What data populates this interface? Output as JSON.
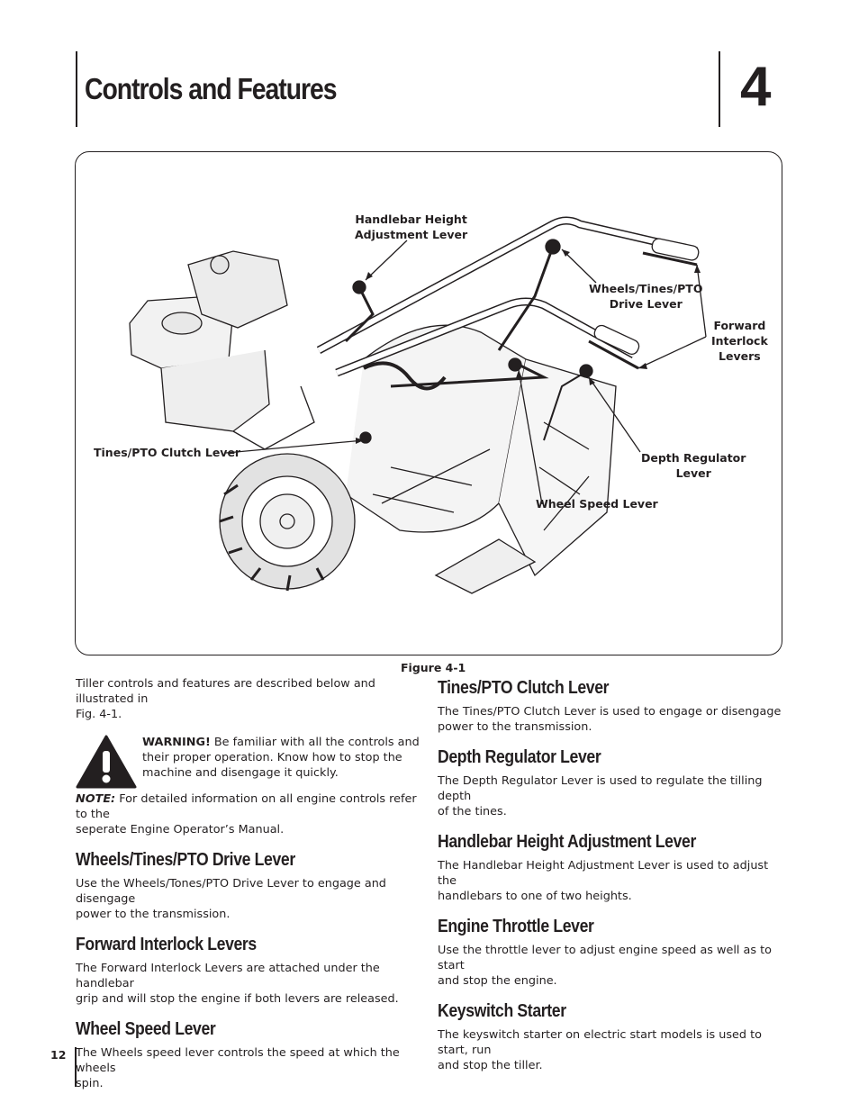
{
  "header": {
    "title": "Controls and Features",
    "chapter_number": "4"
  },
  "figure": {
    "callouts": {
      "handlebar_height_1": "Handlebar Height",
      "handlebar_height_2": "Adjustment Lever",
      "drive_1": "Wheels/Tines/PTO",
      "drive_2": "Drive Lever",
      "interlock_1": "Forward",
      "interlock_2": "Interlock",
      "interlock_3": "Levers",
      "clutch": "Tines/PTO Clutch Lever",
      "depth_1": "Depth Regulator",
      "depth_2": "Lever",
      "wheel_speed": "Wheel Speed Lever"
    },
    "caption": "Figure 4-1"
  },
  "intro": {
    "text_line1": "Tiller controls and features are described below and illustrated in",
    "text_line2": "Fig. 4-1.",
    "warning_label": "WARNING!",
    "warning_line1": " Be familiar with all the controls and",
    "warning_line2": "their proper operation. Know how to stop the",
    "warning_line3": "machine and disengage it quickly.",
    "note_label": "NOTE:",
    "note_line1": " For detailed information on all engine controls refer to the",
    "note_line2": "seperate Engine Operator’s Manual."
  },
  "sections_left": [
    {
      "heading": "Wheels/Tines/PTO Drive Lever",
      "line1": "Use the Wheels/Tones/PTO Drive Lever to engage and disengage",
      "line2": "power to the transmission."
    },
    {
      "heading": "Forward Interlock Levers",
      "line1": "The Forward Interlock Levers are attached under the handlebar",
      "line2": "grip and will stop the engine if both levers are released."
    },
    {
      "heading": "Wheel Speed Lever",
      "line1": "The Wheels speed lever controls the speed at which the wheels",
      "line2": "spin."
    }
  ],
  "sections_right": [
    {
      "heading": "Tines/PTO Clutch Lever",
      "line1": "The Tines/PTO Clutch Lever is used to engage or disengage",
      "line2": "power to the transmission."
    },
    {
      "heading": "Depth Regulator Lever",
      "line1": "The Depth Regulator Lever  is used to regulate the tilling depth",
      "line2": "of the tines."
    },
    {
      "heading": "Handlebar Height Adjustment Lever",
      "line1": "The Handlebar Height Adjustment Lever is used to adjust the",
      "line2": "handlebars to one of two heights."
    },
    {
      "heading": "Engine Throttle Lever",
      "line1": "Use the throttle lever to adjust engine speed as well as to start",
      "line2": "and stop the engine."
    },
    {
      "heading": "Keyswitch Starter",
      "line1": "The keyswitch starter on electric start models is used to start, run",
      "line2": "and stop the tiller."
    }
  ],
  "footer": {
    "page_number": "12"
  }
}
